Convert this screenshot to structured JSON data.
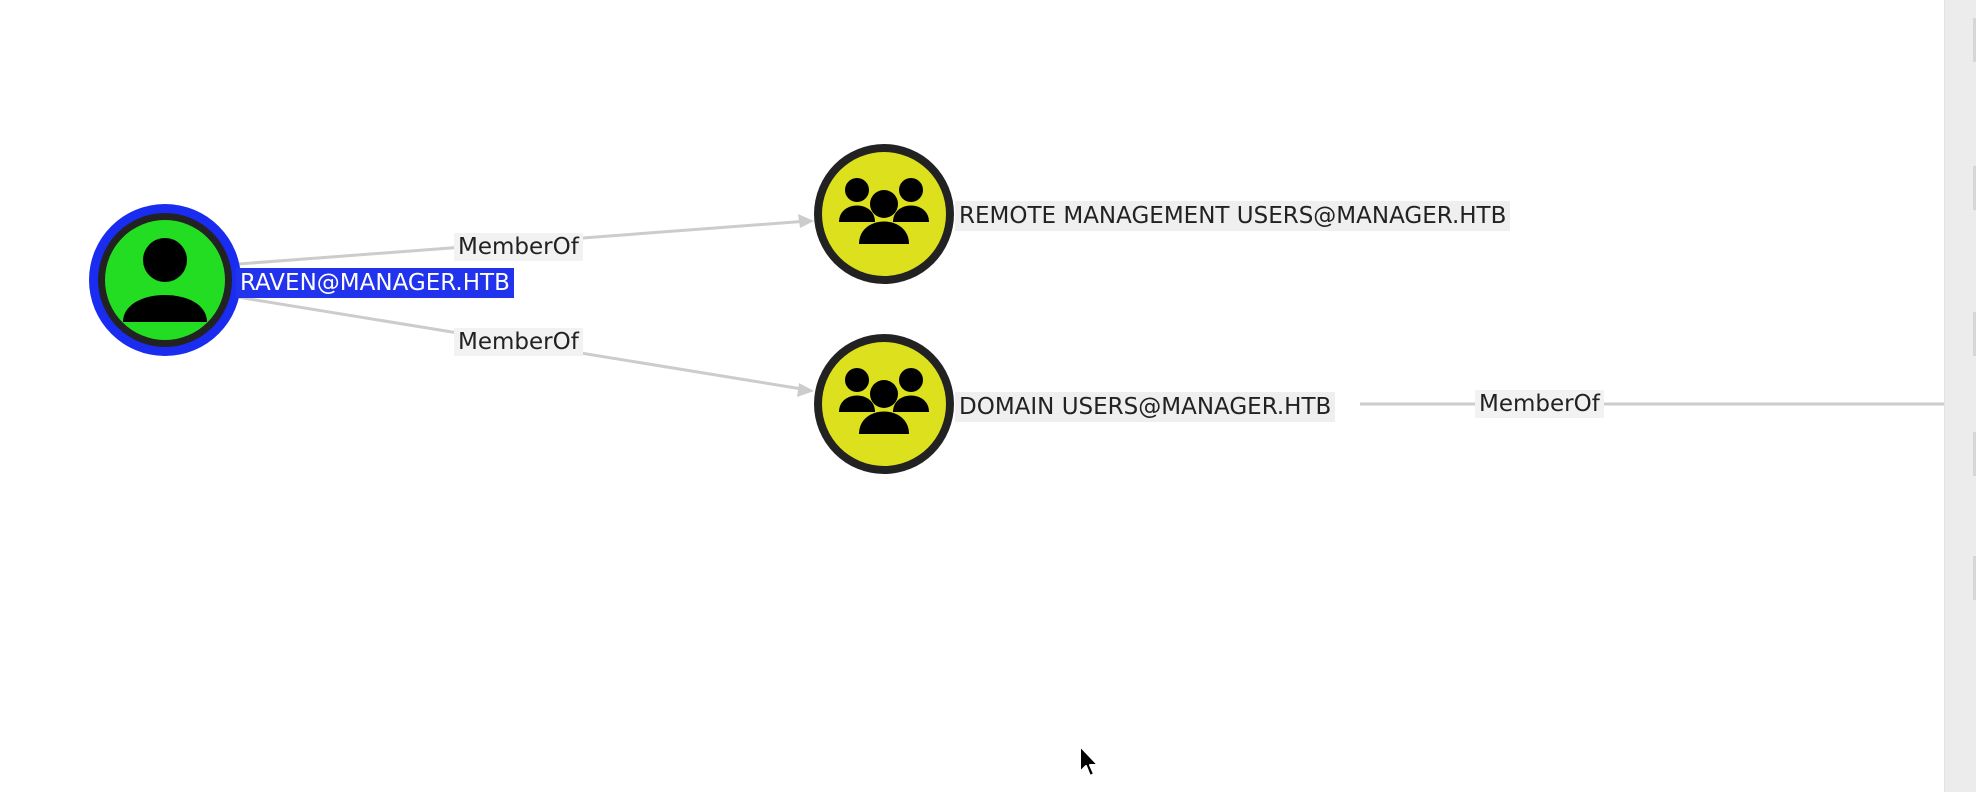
{
  "graph": {
    "nodes": {
      "raven": {
        "label": "RAVEN@MANAGER.HTB",
        "type": "user",
        "selected": true,
        "color": "#22dd22",
        "ring_color": "#1a2cf0"
      },
      "remote_mgmt": {
        "label": "REMOTE MANAGEMENT USERS@MANAGER.HTB",
        "type": "group",
        "color": "#dde01c"
      },
      "domain_users": {
        "label": "DOMAIN USERS@MANAGER.HTB",
        "type": "group",
        "color": "#dde01c"
      }
    },
    "edges": [
      {
        "label": "MemberOf",
        "from": "RAVEN@MANAGER.HTB",
        "to": "REMOTE MANAGEMENT USERS@MANAGER.HTB"
      },
      {
        "label": "MemberOf",
        "from": "RAVEN@MANAGER.HTB",
        "to": "DOMAIN USERS@MANAGER.HTB"
      },
      {
        "label": "MemberOf",
        "from": "DOMAIN USERS@MANAGER.HTB",
        "to": ""
      }
    ],
    "icons": {
      "user": "user-icon",
      "group": "group-icon",
      "pointer": "mouse-cursor-icon"
    }
  }
}
